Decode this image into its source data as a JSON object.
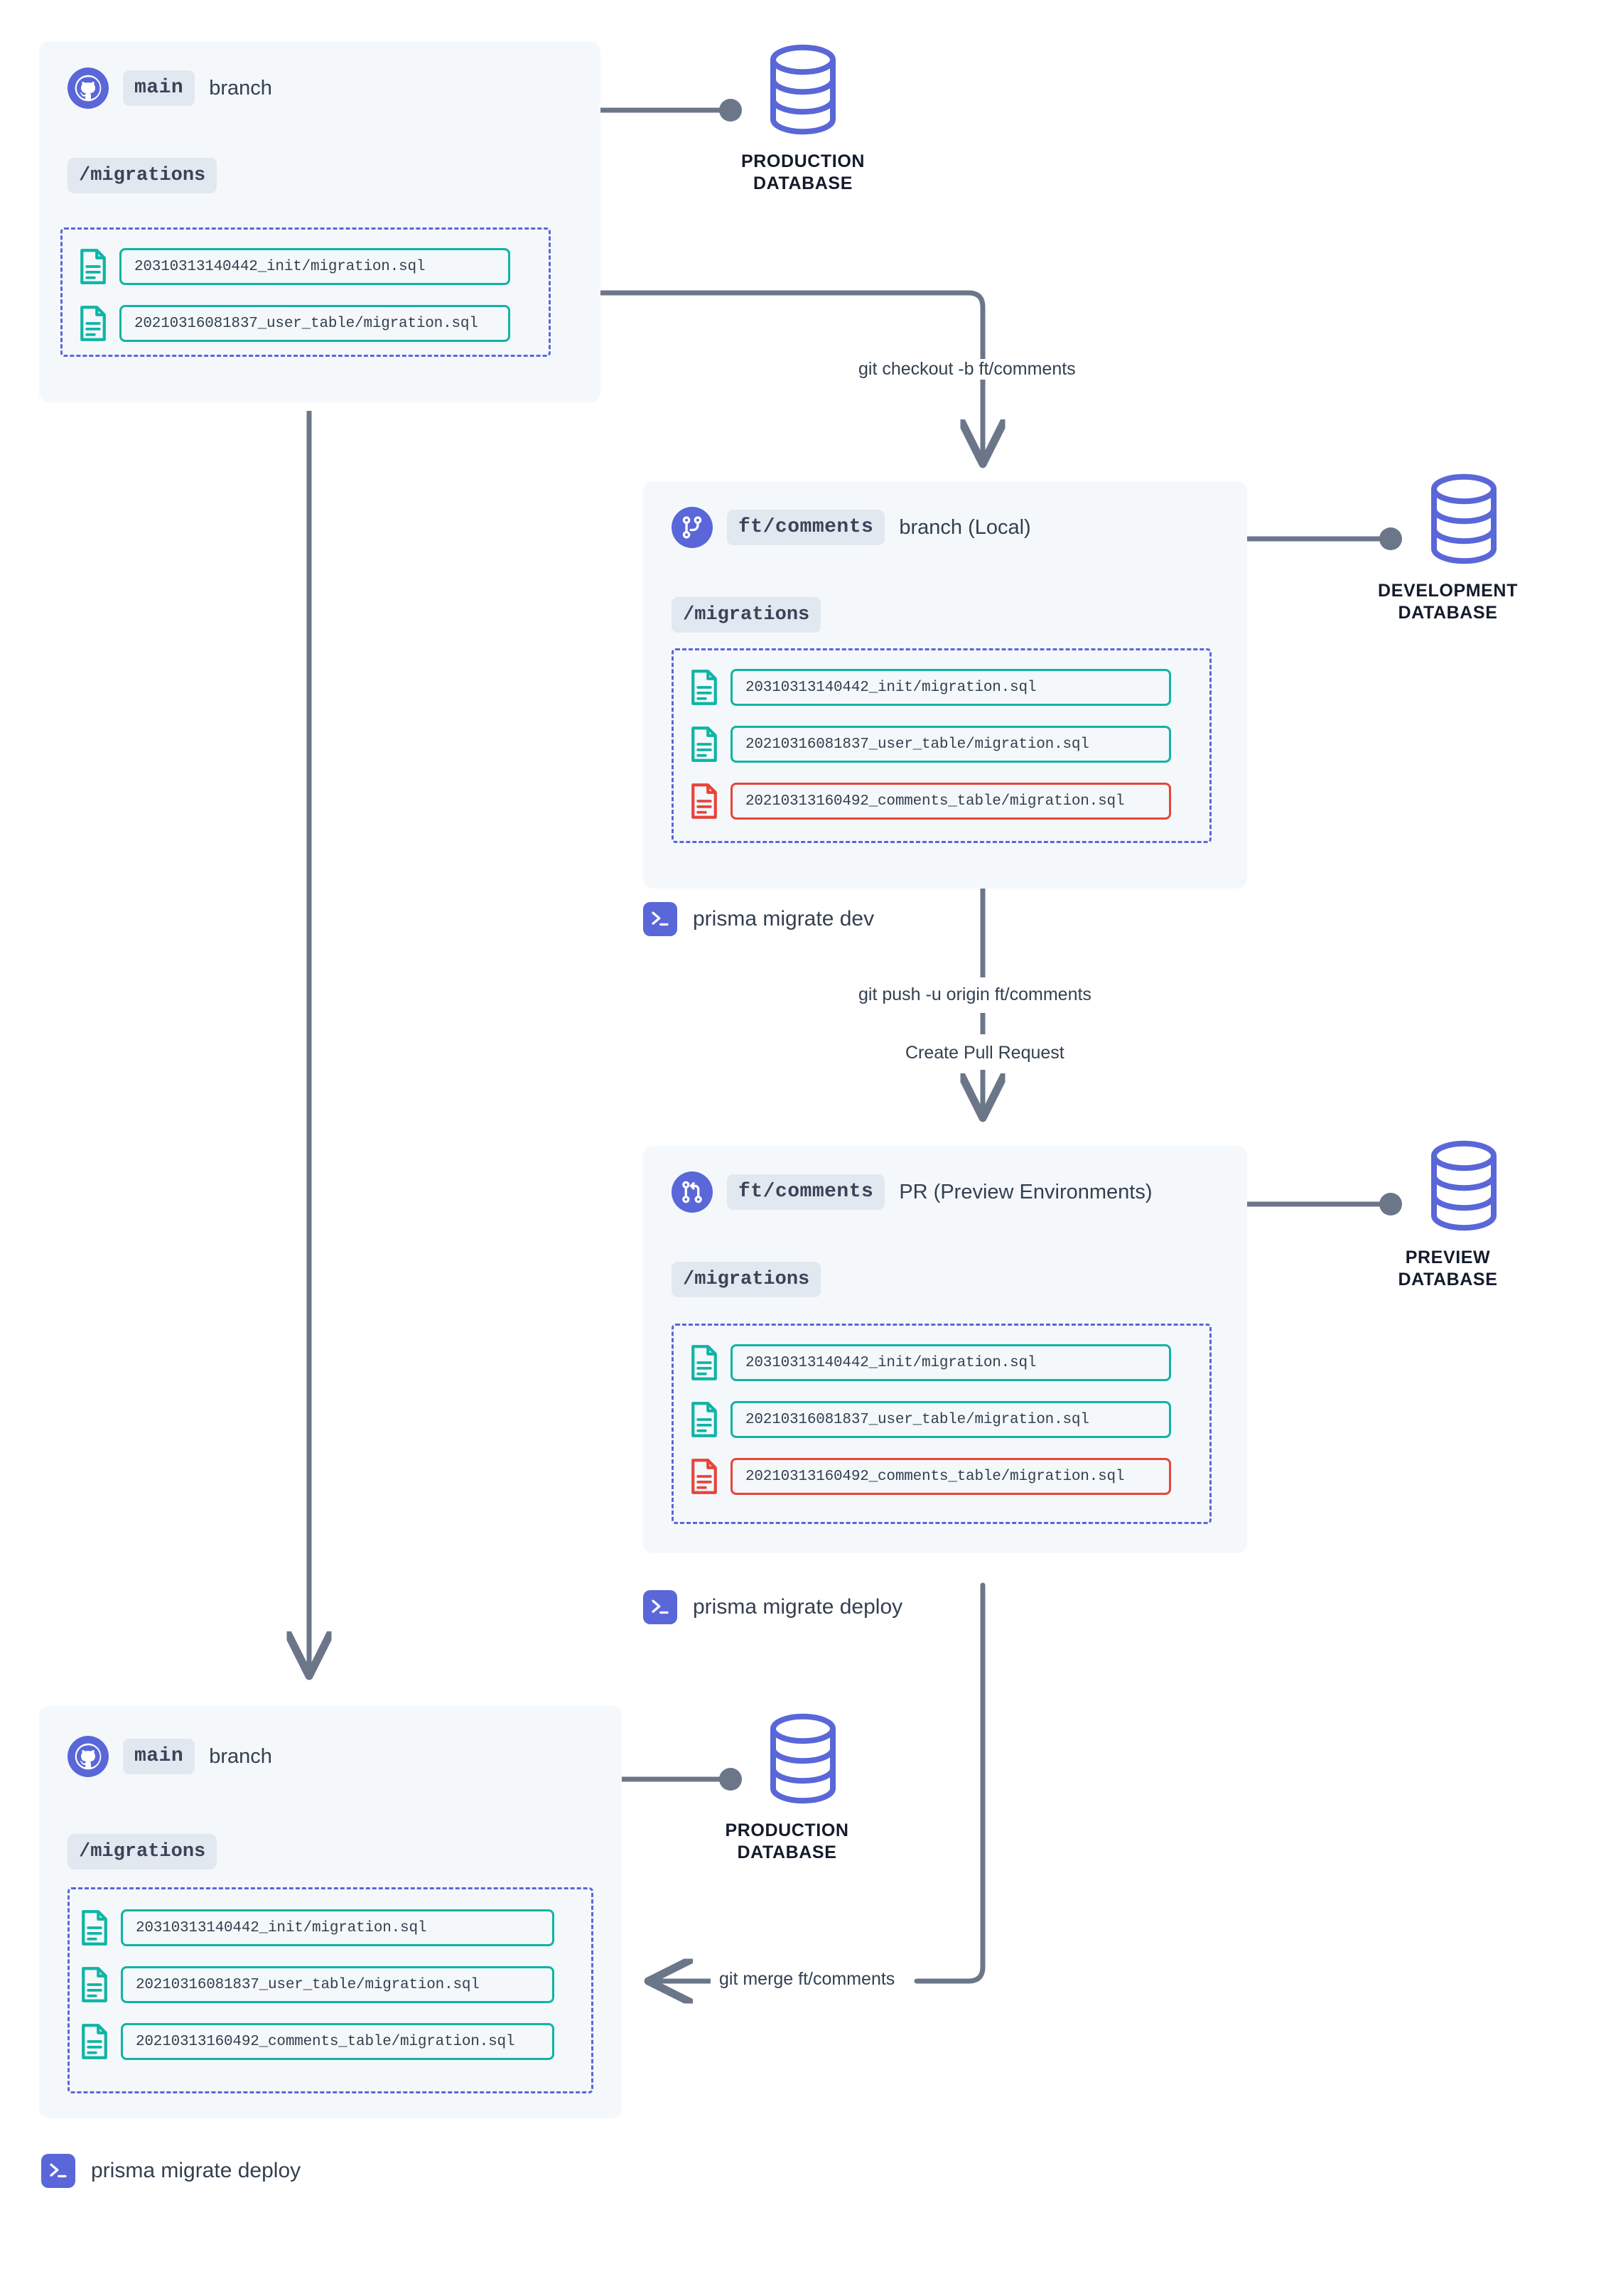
{
  "diagram": {
    "title": "Prisma Migrate workflow across environments",
    "colors": {
      "panel_bg": "#f4f8fb",
      "accent_indigo": "#5a67d8",
      "file_teal": "#10b4a5",
      "file_red": "#e8443a",
      "connector_gray": "#6b7689",
      "chip_bg": "#e2e8f0",
      "text_dark": "#33404f"
    }
  },
  "panels": {
    "main_top": {
      "icon": "github-icon",
      "branch_name": "main",
      "branch_suffix": "branch",
      "folder_chip": "/migrations",
      "files": [
        {
          "name": "20310313140442_init/migration.sql",
          "state": "existing"
        },
        {
          "name": "20210316081837_user_table/migration.sql",
          "state": "existing"
        }
      ]
    },
    "dev_local": {
      "icon": "git-branch-icon",
      "branch_name": "ft/comments",
      "branch_suffix": "branch (Local)",
      "folder_chip": "/migrations",
      "files": [
        {
          "name": "20310313140442_init/migration.sql",
          "state": "existing"
        },
        {
          "name": "20210316081837_user_table/migration.sql",
          "state": "existing"
        },
        {
          "name": "20210313160492_comments_table/migration.sql",
          "state": "new"
        }
      ]
    },
    "pr_preview": {
      "icon": "git-pull-request-icon",
      "branch_name": "ft/comments",
      "branch_suffix": "PR (Preview Environments)",
      "folder_chip": "/migrations",
      "files": [
        {
          "name": "20310313140442_init/migration.sql",
          "state": "existing"
        },
        {
          "name": "20210316081837_user_table/migration.sql",
          "state": "existing"
        },
        {
          "name": "20210313160492_comments_table/migration.sql",
          "state": "new"
        }
      ]
    },
    "main_bottom": {
      "icon": "github-icon",
      "branch_name": "main",
      "branch_suffix": "branch",
      "folder_chip": "/migrations",
      "files": [
        {
          "name": "20310313140442_init/migration.sql",
          "state": "existing"
        },
        {
          "name": "20210316081837_user_table/migration.sql",
          "state": "existing"
        },
        {
          "name": "20210313160492_comments_table/migration.sql",
          "state": "existing"
        }
      ]
    }
  },
  "databases": {
    "production_top": {
      "label": "PRODUCTION\nDATABASE",
      "icon": "database-icon"
    },
    "development": {
      "label": "DEVELOPMENT\nDATABASE",
      "icon": "database-icon"
    },
    "preview": {
      "label": "PREVIEW\nDATABASE",
      "icon": "database-icon"
    },
    "production_bottom": {
      "label": "PRODUCTION\nDATABASE",
      "icon": "database-icon"
    }
  },
  "edges": {
    "checkout": "git checkout -b ft/comments",
    "push": "git push -u origin ft/comments",
    "create_pr": "Create Pull Request",
    "merge": "git merge ft/comments"
  },
  "commands": {
    "migrate_dev": "prisma migrate dev",
    "migrate_deploy_pr": "prisma migrate deploy",
    "migrate_deploy_main": "prisma migrate deploy"
  }
}
